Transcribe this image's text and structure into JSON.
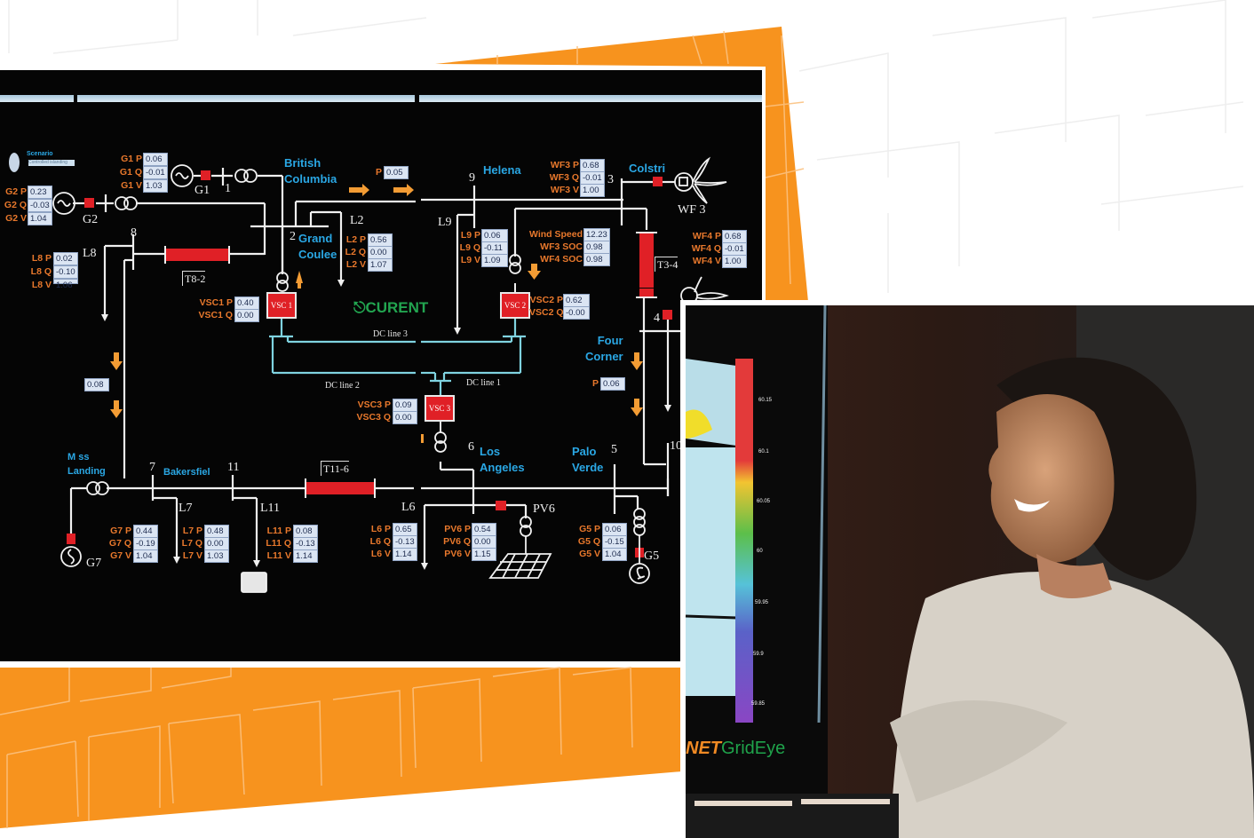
{
  "colors": {
    "orange_accent": "#f7931e",
    "screen_bg": "#050505",
    "label_orange": "#e8782c",
    "place_blue": "#2aa7e4",
    "value_box_bg": "#dbe5f3",
    "breaker_red": "#e02026",
    "dc_line_cyan": "#7fd3e0",
    "logo_green": "#22a550"
  },
  "diagram": {
    "scenario": {
      "label": "Scenario",
      "value": "Controlled islanding"
    },
    "logo": "CURENT",
    "places": {
      "british_columbia": [
        "British",
        "Columbia"
      ],
      "grand_coulee": [
        "Grand",
        "Coulee"
      ],
      "helena": "Helena",
      "colstri": "Colstri",
      "four_corner": [
        "Four",
        "Corner"
      ],
      "moss_landing": [
        "M ss",
        "Landing"
      ],
      "bakersfield": "Bakersfiel",
      "los_angeles": [
        "Los",
        "Angeles"
      ],
      "palo_verde": [
        "Palo",
        "Verde"
      ]
    },
    "nodes": {
      "n1": "1",
      "n2": "2",
      "n3": "3",
      "n4": "4",
      "n5": "5",
      "n6": "6",
      "n7": "7",
      "n8": "8",
      "n9": "9",
      "n10": "10",
      "n11": "11"
    },
    "element_labels": {
      "g1": "G1",
      "g2": "G2",
      "g5": "G5",
      "g7": "G7",
      "l2": "L2",
      "l6": "L6",
      "l7": "L7",
      "l8": "L8",
      "l9": "L9",
      "l11": "L11",
      "wf3": "WF 3",
      "pv6": "PV6",
      "t8_2": "T8-2",
      "t3_4": "T3-4",
      "t11_6": "T11-6",
      "vsc1": "VSC 1",
      "vsc2": "VSC 2",
      "vsc3": "VSC 3",
      "dc1": "DC line 1",
      "dc2": "DC line 2",
      "dc3": "DC line 3"
    },
    "readouts": {
      "g1": [
        {
          "k": "G1 P",
          "v": "0.06"
        },
        {
          "k": "G1 Q",
          "v": "-0.01"
        },
        {
          "k": "G1 V",
          "v": "1.03"
        }
      ],
      "g2": [
        {
          "k": "G2 P",
          "v": "0.23"
        },
        {
          "k": "G2 Q",
          "v": "-0.03"
        },
        {
          "k": "G2 V",
          "v": "1.04"
        }
      ],
      "l8": [
        {
          "k": "L8 P",
          "v": "0.02"
        },
        {
          "k": "L8 Q",
          "v": "-0.10"
        },
        {
          "k": "L8 V",
          "v": "1.06"
        }
      ],
      "l2": [
        {
          "k": "L2 P",
          "v": "0.56"
        },
        {
          "k": "L2 Q",
          "v": "0.00"
        },
        {
          "k": "L2 V",
          "v": "1.07"
        }
      ],
      "l9": [
        {
          "k": "L9 P",
          "v": "0.06"
        },
        {
          "k": "L9 Q",
          "v": "-0.11"
        },
        {
          "k": "L9 V",
          "v": "1.09"
        }
      ],
      "wf3": [
        {
          "k": "WF3 P",
          "v": "0.68"
        },
        {
          "k": "WF3 Q",
          "v": "-0.01"
        },
        {
          "k": "WF3 V",
          "v": "1.00"
        }
      ],
      "wind": [
        {
          "k": "Wind Speed",
          "v": "12.23"
        },
        {
          "k": "WF3 SOC",
          "v": "0.98"
        },
        {
          "k": "WF4 SOC",
          "v": "0.98"
        }
      ],
      "wf4": [
        {
          "k": "WF4 P",
          "v": "0.68"
        },
        {
          "k": "WF4 Q",
          "v": "-0.01"
        },
        {
          "k": "WF4 V",
          "v": "1.00"
        }
      ],
      "vsc1": [
        {
          "k": "VSC1 P",
          "v": "0.40"
        },
        {
          "k": "VSC1 Q",
          "v": "0.00"
        }
      ],
      "vsc2": [
        {
          "k": "VSC2 P",
          "v": "0.62"
        },
        {
          "k": "VSC2 Q",
          "v": "-0.00"
        }
      ],
      "vsc3": [
        {
          "k": "VSC3 P",
          "v": "0.09"
        },
        {
          "k": "VSC3 Q",
          "v": "0.00"
        }
      ],
      "bc_flow": {
        "k": "P",
        "v": "0.05"
      },
      "fc_flow": {
        "k": "P",
        "v": "0.06"
      },
      "left_flow": {
        "v": "0.08"
      },
      "g7": [
        {
          "k": "G7 P",
          "v": "0.44"
        },
        {
          "k": "G7 Q",
          "v": "-0.19"
        },
        {
          "k": "G7 V",
          "v": "1.04"
        }
      ],
      "l7": [
        {
          "k": "L7 P",
          "v": "0.48"
        },
        {
          "k": "L7 Q",
          "v": "0.00"
        },
        {
          "k": "L7 V",
          "v": "1.03"
        }
      ],
      "l11": [
        {
          "k": "L11 P",
          "v": "0.08"
        },
        {
          "k": "L11 Q",
          "v": "-0.13"
        },
        {
          "k": "L11 V",
          "v": "1.14"
        }
      ],
      "l6": [
        {
          "k": "L6 P",
          "v": "0.65"
        },
        {
          "k": "L6 Q",
          "v": "-0.13"
        },
        {
          "k": "L6 V",
          "v": "1.14"
        }
      ],
      "pv6": [
        {
          "k": "PV6 P",
          "v": "0.54"
        },
        {
          "k": "PV6 Q",
          "v": "0.00"
        },
        {
          "k": "PV6 V",
          "v": "1.15"
        }
      ],
      "g5": [
        {
          "k": "G5 P",
          "v": "0.06"
        },
        {
          "k": "G5 Q",
          "v": "-0.15"
        },
        {
          "k": "G5 V",
          "v": "1.04"
        }
      ]
    }
  },
  "grideye": {
    "logo_prefix": "NET",
    "logo_name": "GridEye",
    "scale_labels": [
      "60.15",
      "60.1",
      "60.05",
      "60",
      "59.95",
      "59.9",
      "59.85"
    ]
  }
}
